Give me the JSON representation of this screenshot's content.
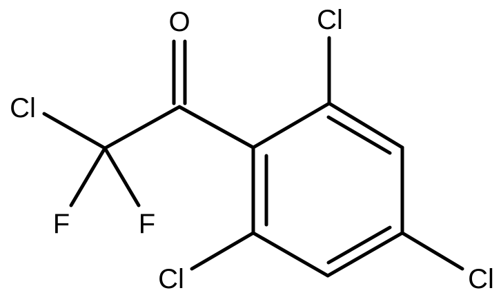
{
  "molecule": {
    "atoms": {
      "oxygen": "O",
      "cl_alpha": "Cl",
      "fluorine_left": "F",
      "fluorine_right": "F",
      "cl_ring_top": "Cl",
      "cl_ring_bottom": "Cl",
      "cl_ring_para": "Cl"
    },
    "colors": {
      "bond": "#000000",
      "label": "#000000",
      "background": "#ffffff"
    }
  }
}
